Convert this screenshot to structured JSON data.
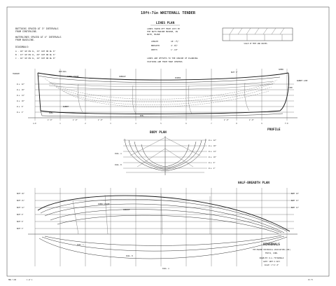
{
  "drawing": {
    "title": "18ft-7in WHITEHALL TENDER",
    "lines_plan_label": "LINES PLAN",
    "notes_left": [
      "BUTTOCKS SPACED AT 3\" INTERVALS",
      "FROM CENTERLINE.",
      "",
      "WATERLINES SPACED AT 4\" INTERVALS",
      "FROM BASELINE.",
      "",
      "DIAGONALS:",
      "A - 18\" UP ON CL, 15\" OUT ON WL 6\"",
      "B - 13\" UP ON CL, 20\" OUT ON WL 6\"",
      "C - 16\" UP ON CL, 16\" OUT ON WL 8\""
    ],
    "notes_center": [
      "LINES TAKEN OFF FROM 1973 BY",
      "THE BATH MARINE MUSEUM, IN",
      "BATH, MAINE"
    ],
    "particulars": [
      {
        "label": "LENGTH",
        "value": "18'-7⅛\""
      },
      {
        "label": "BREADTH",
        "value": "4'-8⅛\""
      },
      {
        "label": "DEPTH",
        "value": "1'-10\""
      }
    ],
    "note_lines": "LINES ARE OFFSETS TO THE INSIDE OF PLANKING",
    "note_stations": "STATIONS ARE FROM TRUE CENTERS",
    "scale_label": "SCALE OF FEET AND INCHES",
    "profile_label": "PROFILE",
    "body_plan_label": "BODY PLAN",
    "half_breadth_label": "HALF-BREADTH PLAN",
    "diagonals_label": "DIAGONALS",
    "credit": [
      "THE MARINE HISTORICAL ASSOCIATION (INC)",
      "MYSTIC, CONN.",
      "DRAWN BY: R.A. FITZGERALD",
      "DATE: SEPT 6 1973",
      "SCALE: 1\"=1'-0\""
    ],
    "profile_labels": {
      "transom": "TRANSOM",
      "rub_rail": "RUB RAIL",
      "sheer_strake": "SHEER STRAKE",
      "gunwale": "GUNWALE",
      "risers": "RISERS",
      "butts_seat": "BUTT 3\"",
      "sheer": "SHEER",
      "stem": "STEM",
      "rabbet_line": "RABBET LINE",
      "keel": "KEEL",
      "skeg": "SKEG",
      "rabbet": "RABBET"
    },
    "waterlines": [
      "W.L. 22\"",
      "W.L. 18\"",
      "W.L. 14\"",
      "W.L. 10\"",
      "W.L. 6\"",
      "W.L. 2\""
    ],
    "butts": [
      "BUTT 18\"",
      "BUTT 15\"",
      "BUTT 12\"",
      "BUTT 9\"",
      "BUTT 6\"",
      "BUTT 3\""
    ],
    "station_labels": [
      "A.P.",
      "1",
      "2",
      "3",
      "4",
      "5",
      "6",
      "7",
      "8",
      "9",
      "F.P."
    ],
    "spacing_label": "2'-0\"",
    "diag_labels": {
      "a": "DIAG. A",
      "b": "DIAG. B",
      "c": "DIAG. C"
    },
    "footer_left": "MHA 7-80",
    "footer_center": "1 of 1",
    "footer_right": "15 ft"
  }
}
